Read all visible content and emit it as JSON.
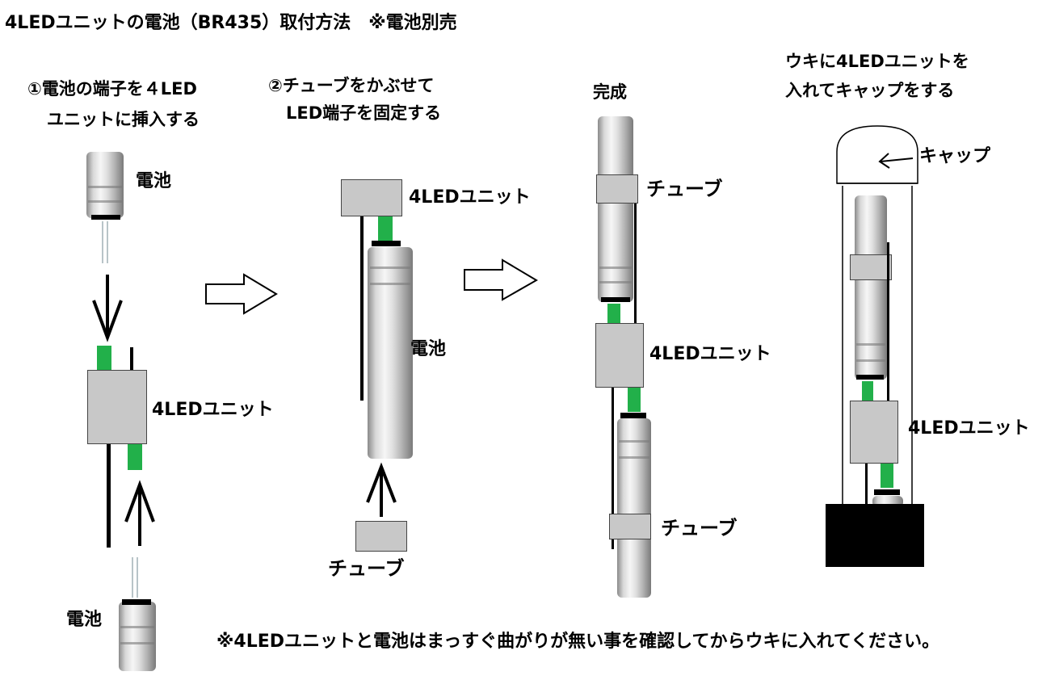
{
  "title": "4LEDユニットの電池（BR435）取付方法　※電池別売",
  "step1": {
    "line1": "①電池の端子を４LED",
    "line2": "ユニットに挿入する"
  },
  "step2": {
    "line1": "②チューブをかぶせて",
    "line2": "LED端子を固定する"
  },
  "step3": {
    "label": "完成"
  },
  "step4": {
    "line1": "ウキに4LEDユニットを",
    "line2": "入れてキャップをする"
  },
  "labels": {
    "battery": "電池",
    "led_unit": "4LEDユニット",
    "tube": "チューブ",
    "cap": "キャップ"
  },
  "note": "※4LEDユニットと電池はまっすぐ曲がりが無い事を確認してからウキに入れてください。",
  "colors": {
    "unit_gray": "#c8c8c8",
    "terminal_green": "#22b04a",
    "wire_black": "#000000"
  }
}
